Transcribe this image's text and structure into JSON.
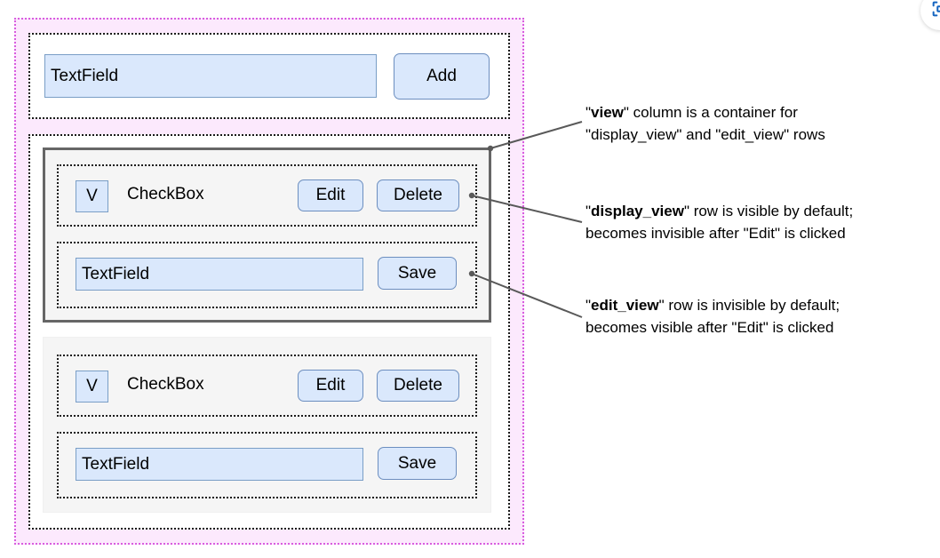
{
  "outer": {
    "name": "view list container"
  },
  "add_section": {
    "textfield": {
      "value": "TextField",
      "placeholder": "TextField"
    },
    "add_button": {
      "label": "Add"
    }
  },
  "items": [
    {
      "display_view": {
        "checkbox": {
          "glyph": "V",
          "checked": true
        },
        "label": "CheckBox",
        "edit_button": {
          "label": "Edit"
        },
        "delete_button": {
          "label": "Delete"
        }
      },
      "edit_view": {
        "textfield": {
          "value": "TextField",
          "placeholder": "TextField"
        },
        "save_button": {
          "label": "Save"
        }
      },
      "highlighted": true
    },
    {
      "display_view": {
        "checkbox": {
          "glyph": "V",
          "checked": true
        },
        "label": "CheckBox",
        "edit_button": {
          "label": "Edit"
        },
        "delete_button": {
          "label": "Delete"
        }
      },
      "edit_view": {
        "textfield": {
          "value": "TextField",
          "placeholder": "TextField"
        },
        "save_button": {
          "label": "Save"
        }
      },
      "highlighted": false
    }
  ],
  "annotations": [
    {
      "id": "view",
      "line1_pre": "\"",
      "line1_bold": "view",
      "line1_post": "\" column is a container for",
      "line2": "\"display_view\" and \"edit_view\" rows"
    },
    {
      "id": "display_view",
      "line1_pre": "\"",
      "line1_bold": "display_view",
      "line1_post": "\" row is visible by default;",
      "line2": "becomes invisible after \"Edit\" is clicked"
    },
    {
      "id": "edit_view",
      "line1_pre": "\"",
      "line1_bold": "edit_view",
      "line1_post": "\" row is invisible by default;",
      "line2": "becomes visible after \"Edit\" is clicked"
    }
  ],
  "corner_icon": {
    "name": "scan-icon"
  },
  "colors": {
    "outer_fill": "#fce9fd",
    "outer_border": "#d85ddf",
    "section_fill": "#ffffff",
    "dotted_border": "#1a1a1a",
    "card_fill": "#f5f5f5",
    "card_highlight_border": "#666666",
    "control_fill": "#dae8fc",
    "control_border": "#6c8ebf",
    "leader_line": "#595959",
    "icon_blue": "#1565c0"
  }
}
